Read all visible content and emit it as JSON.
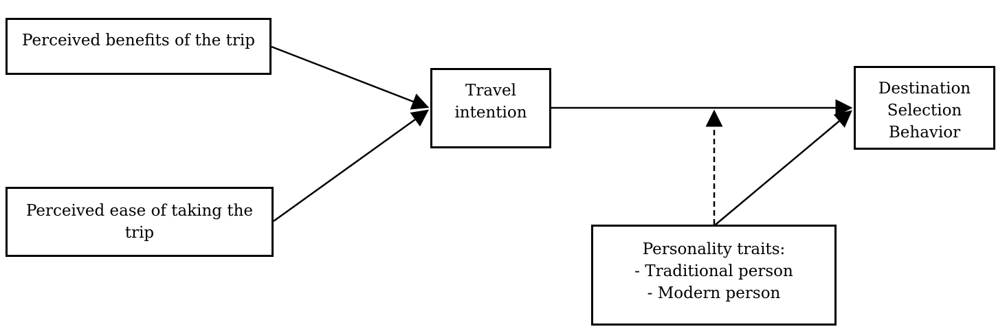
{
  "nodes": {
    "benefits": {
      "lines": [
        "Perceived benefits of the trip"
      ]
    },
    "ease": {
      "lines": [
        "Perceived ease of taking the",
        "trip"
      ]
    },
    "intention": {
      "lines": [
        "Travel",
        "intention"
      ]
    },
    "destination": {
      "lines": [
        "Destination",
        "Selection",
        "Behavior"
      ]
    },
    "traits": {
      "lines": [
        "Personality traits:",
        "- Traditional person",
        "- Modern person"
      ]
    }
  },
  "edges": [
    {
      "from": "benefits",
      "to": "intention",
      "style": "solid"
    },
    {
      "from": "ease",
      "to": "intention",
      "style": "solid"
    },
    {
      "from": "intention",
      "to": "destination",
      "style": "solid"
    },
    {
      "from": "traits",
      "to": "intention-destination-path",
      "style": "dashed"
    },
    {
      "from": "traits",
      "to": "destination",
      "style": "solid"
    }
  ]
}
